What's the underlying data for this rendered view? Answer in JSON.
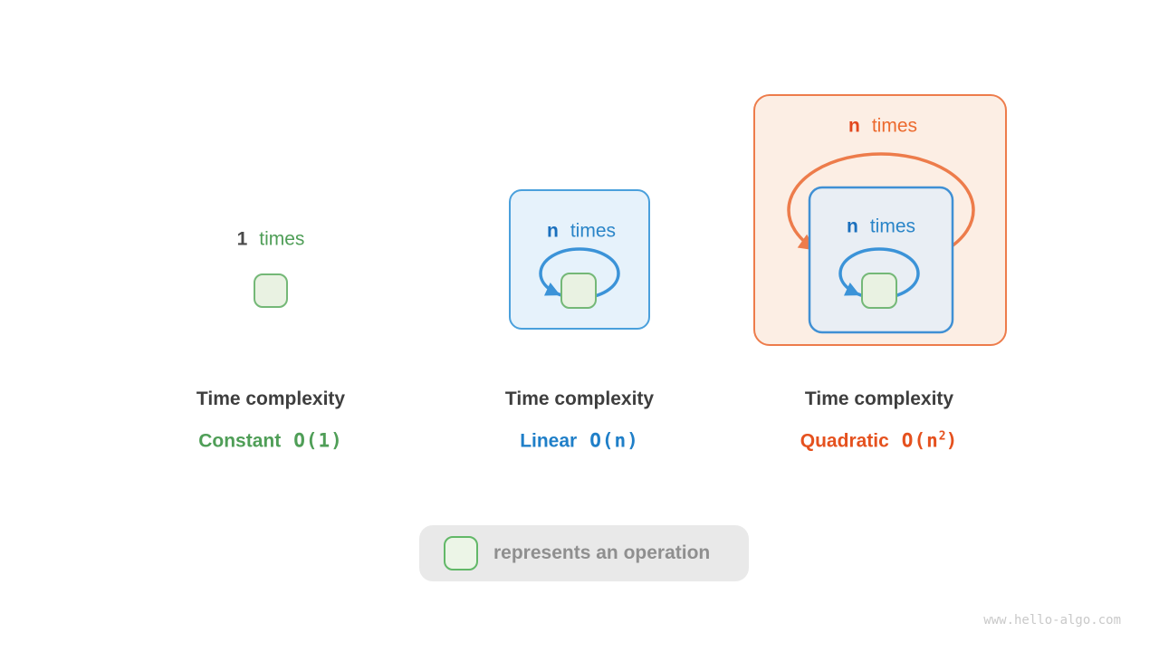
{
  "panels": [
    {
      "key": "constant",
      "count": "1",
      "times": "times",
      "title": "Time complexity",
      "name": "Constant",
      "big_o": "O(1)",
      "big_o_sup": "",
      "big_o_end": "",
      "accent": "#4f9e57"
    },
    {
      "key": "linear",
      "count": "n",
      "times": "times",
      "title": "Time complexity",
      "name": "Linear",
      "big_o": "O(n)",
      "big_o_sup": "",
      "big_o_end": "",
      "accent": "#1f7fc8"
    },
    {
      "key": "quadratic",
      "outer_count": "n",
      "outer_times": "times",
      "inner_count": "n",
      "inner_times": "times",
      "title": "Time complexity",
      "name": "Quadratic",
      "big_o": "O(n",
      "big_o_sup": "2",
      "big_o_end": ")",
      "accent": "#e5511e"
    }
  ],
  "legend": {
    "label": "represents an operation",
    "icon": "operation-box-icon"
  },
  "watermark": "www.hello-algo.com",
  "colors": {
    "green_text": "#4f9e57",
    "blue_text": "#1f7fc8",
    "orange_text": "#e5511e",
    "loop_blue": "#3b93d8",
    "loop_orange": "#ed7c4b",
    "panel_blue_fill": "#e6f2fb",
    "panel_blue_border": "#4aa0dc",
    "panel_orange_fill": "#fceee4",
    "panel_orange_border": "#ed7c4b",
    "inner_panel_fill": "#e9eef4",
    "inner_panel_border": "#4090d4",
    "operation_box_fill": "#e9f2e2",
    "operation_box_border": "#74b877",
    "title_text": "#3e3e3e",
    "legend_bg": "#e9e9e9",
    "legend_text": "#8f8f8f",
    "watermark_text": "#c9c9c9"
  }
}
